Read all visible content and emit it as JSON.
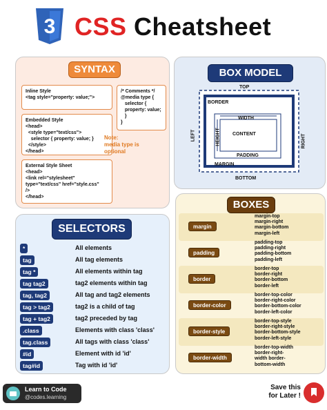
{
  "header": {
    "logo_text": "3",
    "title_css": "CSS",
    "title_rest": "Cheatsheet",
    "colors": {
      "css_red": "#e02424",
      "logo_blue": "#2f63b8"
    }
  },
  "syntax": {
    "title": "SYNTAX",
    "inline": "Inline Style\n<tag style=\"property: value;\">",
    "embedded": "Embedded Style\n<head>\n  <style type=\"text/css\">\n    selector { property: value; }\n  </style>\n</head>",
    "external": "External Style Sheet\n<head>\n<link rel=\"stylesheet\"\ntype=\"text/css\" href=\"style.css\"\n/>\n</head>",
    "comment": "/* Comments */\n@media type {\n   selector {\n   property: value;\n   }\n}",
    "note": "Note:\nmedia type is\noptional"
  },
  "box_model": {
    "title": "BOX MODEL",
    "top": "TOP",
    "border": "BORDER",
    "width": "WIDTH",
    "content": "CONTENT",
    "height": "HEIGHT",
    "padding": "PADDING",
    "margin": "MARGIN",
    "bottom": "BOTTOM",
    "left": "LEFT",
    "right": "RIGHT"
  },
  "selectors": {
    "title": "SELECTORS",
    "items": [
      {
        "tag": "*",
        "desc": "All elements"
      },
      {
        "tag": "tag",
        "desc": "All tag elements"
      },
      {
        "tag": "tag *",
        "desc": "All elements within  tag"
      },
      {
        "tag": "tag tag2",
        "desc": "tag2 elements within tag"
      },
      {
        "tag": "tag, tag2",
        "desc": "All tag and tag2 elements"
      },
      {
        "tag": "tag > tag2",
        "desc": "tag2 is a child of tag"
      },
      {
        "tag": "tag + tag2",
        "desc": "tag2 preceded by tag"
      },
      {
        "tag": ".class",
        "desc": "Elements with class 'class'"
      },
      {
        "tag": "tag.class",
        "desc": "All tags with class 'class'"
      },
      {
        "tag": "#id",
        "desc": "Element with id 'id'"
      },
      {
        "tag": "tag#id",
        "desc": "Tag with id 'id'"
      }
    ]
  },
  "boxes": {
    "title": "BOXES",
    "items": [
      {
        "name": "margin",
        "props": "margin-top\nmargin-right\nmargin-bottom\nmargin-left"
      },
      {
        "name": "padding",
        "props": "padding-top\npadding-right\npadding-bottom\npadding-left"
      },
      {
        "name": "border",
        "props": "border-top\nborder-right\nborder-bottom\nborder-left"
      },
      {
        "name": "border-color",
        "props": "border-top-color\nborder-right-color\nborder-bottom-color\nborder-left-color"
      },
      {
        "name": "border-style",
        "props": "border-top-style\nborder-right-style\nborder-bottom-style\nborder-left-style"
      },
      {
        "name": "border-width",
        "props": "border-top-width\nborder-right-\nwidth border-\nbottom-width"
      }
    ]
  },
  "footer": {
    "brand": "Learn to Code",
    "handle": "@codes.learning",
    "save": "Save this\nfor Later !"
  }
}
